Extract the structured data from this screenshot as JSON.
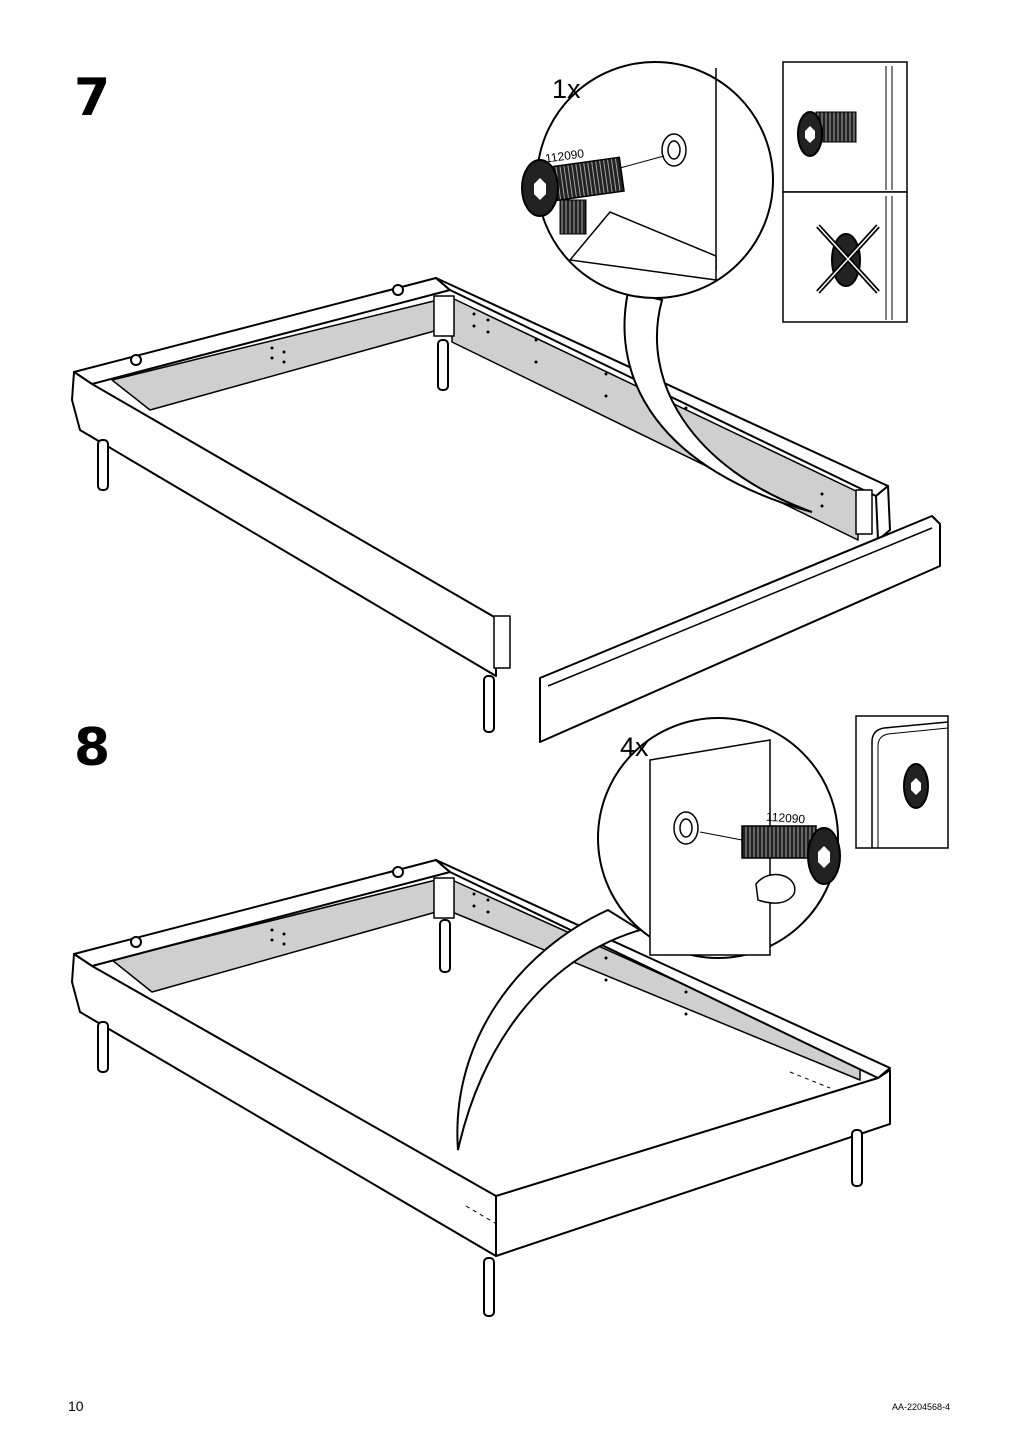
{
  "steps": [
    {
      "number": "7",
      "quantity": "1x",
      "part_number": "112090"
    },
    {
      "number": "8",
      "quantity": "4x",
      "part_number": "112090"
    }
  ],
  "footer": {
    "page_number": "10",
    "doc_code": "AA-2204568-4"
  },
  "colors": {
    "panel_fill": "#cfcfcf",
    "line": "#000000",
    "background": "#ffffff"
  },
  "icons": [
    "screw-icon",
    "bed-frame-illustration",
    "detail-callout",
    "correct-orientation-icon",
    "incorrect-orientation-icon"
  ]
}
